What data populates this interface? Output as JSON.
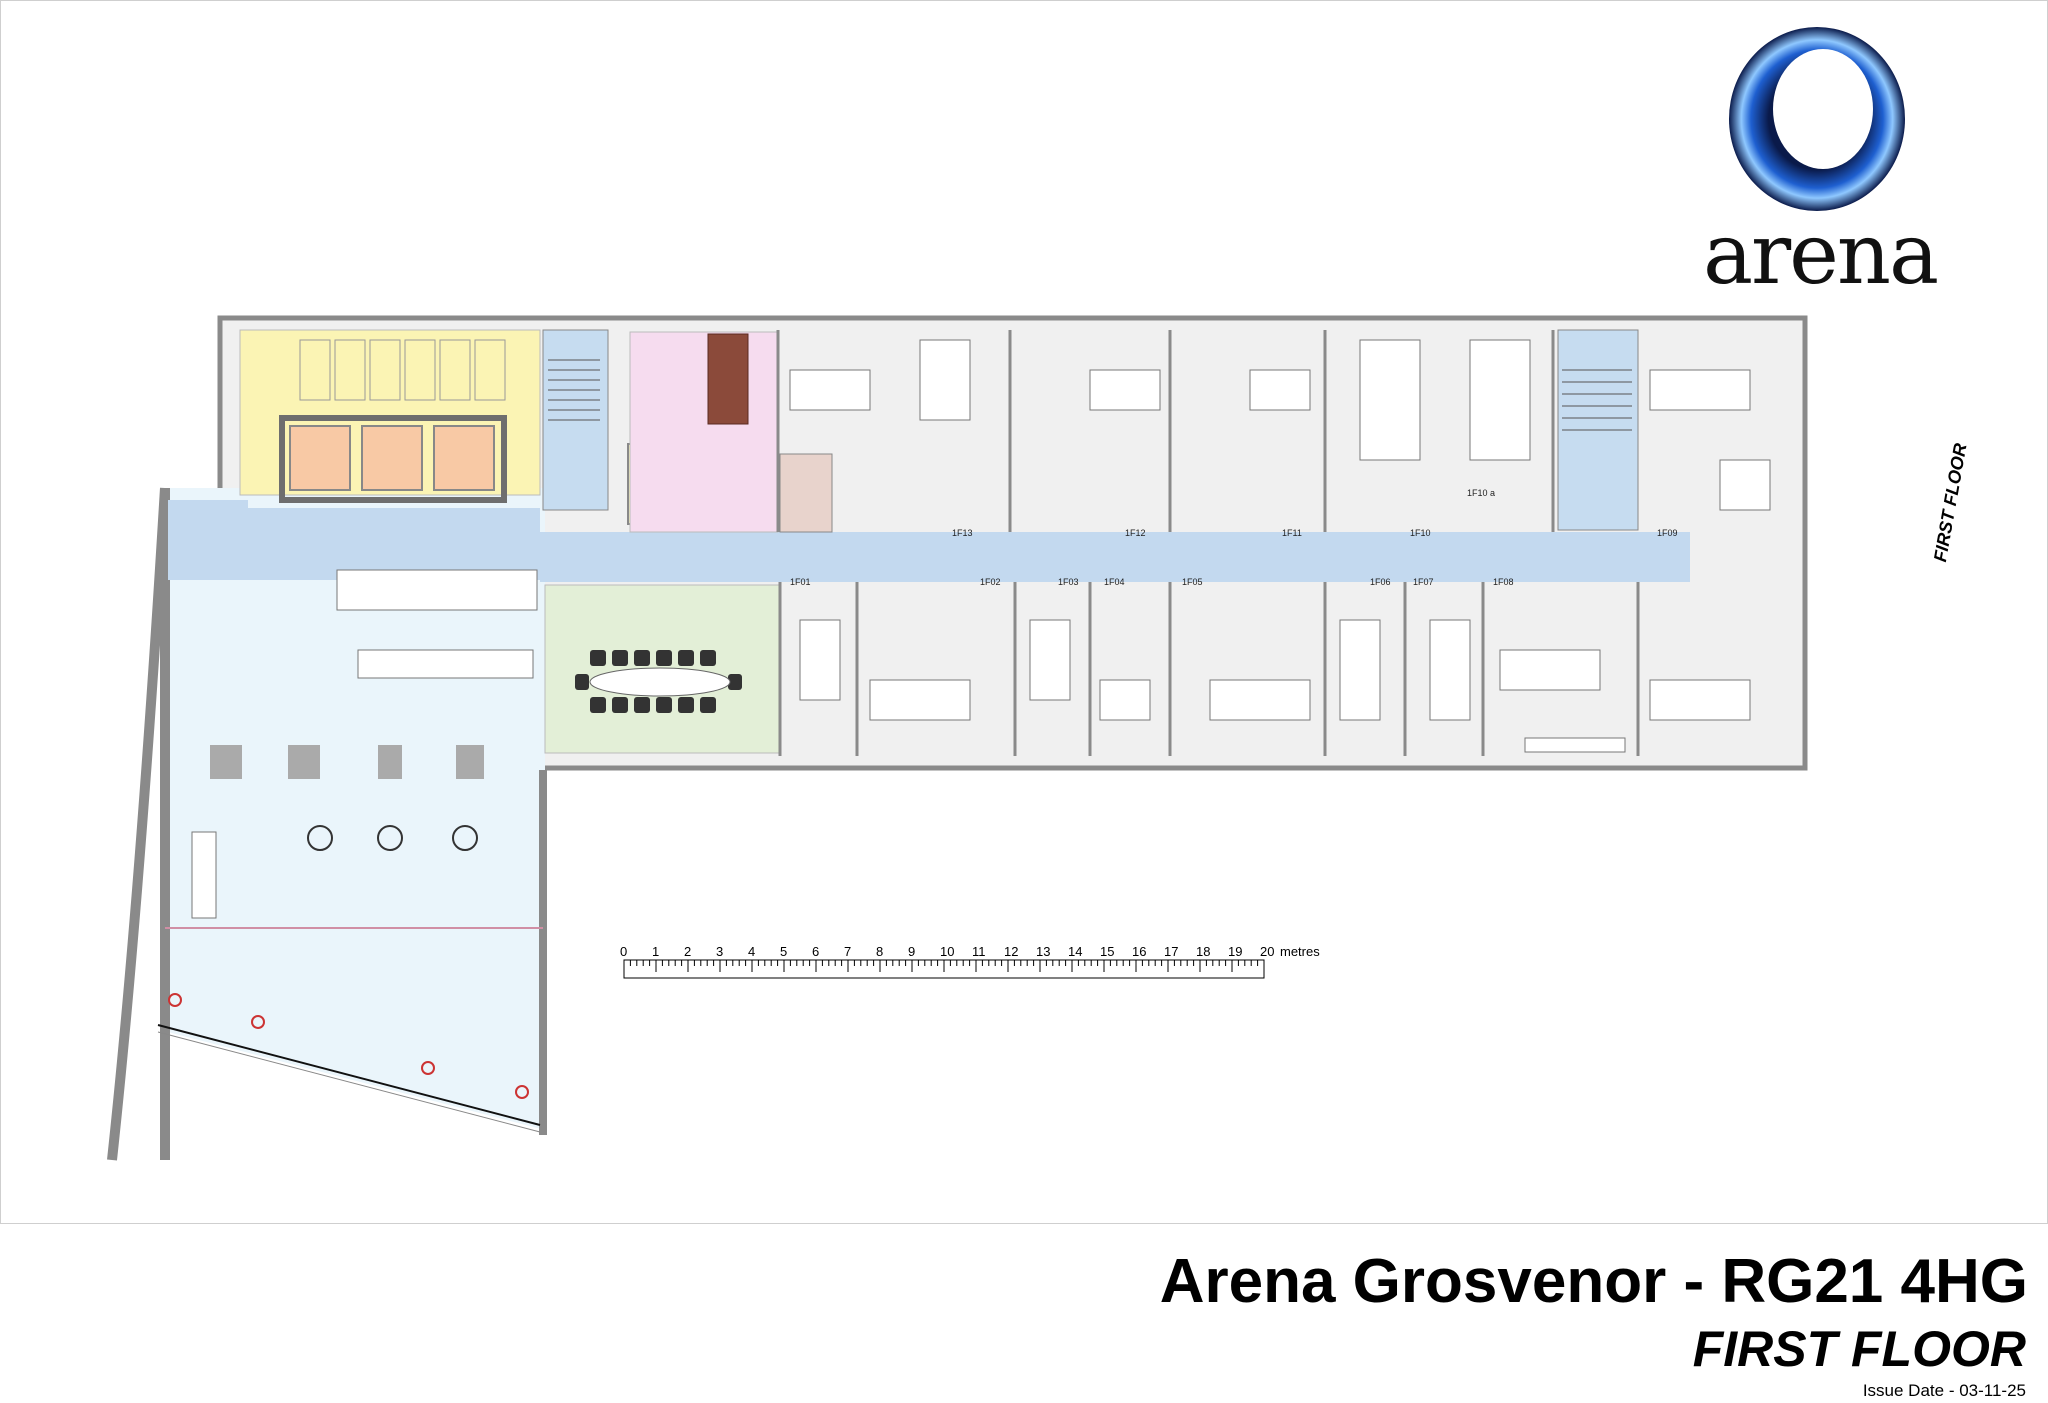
{
  "brand": {
    "logo_text": "arena",
    "ring_colors": [
      "#0a1a4a",
      "#1e5fd0",
      "#8fc8ff"
    ]
  },
  "title": "Arena Grosvenor - RG21 4HG",
  "subtitle": "FIRST FLOOR",
  "issue_date": "Issue Date - 03-11-25",
  "side_label": "FIRST FLOOR",
  "scale": {
    "ticks": [
      "0",
      "1",
      "2",
      "3",
      "4",
      "5",
      "6",
      "7",
      "8",
      "9",
      "10",
      "11",
      "12",
      "13",
      "14",
      "15",
      "16",
      "17",
      "18",
      "19",
      "20"
    ],
    "unit": "metres"
  },
  "rooms_north": [
    "1F13",
    "1F12",
    "1F11",
    "1F10",
    "1F10 a",
    "1F09"
  ],
  "rooms_south": [
    "1F01",
    "1F02",
    "1F03",
    "1F04",
    "1F05",
    "1F06",
    "1F07",
    "1F08"
  ],
  "colors": {
    "wc": "#fbf4b4",
    "lift": "#f8c9a5",
    "stair": "#c6dcf0",
    "corridor": "#c3d9ef",
    "meeting": "#f6dcef",
    "boardroom": "#e3efd7",
    "cafe": "#eaf5fb",
    "office": "#f0f0f0",
    "wall": "#8a8a8a"
  }
}
